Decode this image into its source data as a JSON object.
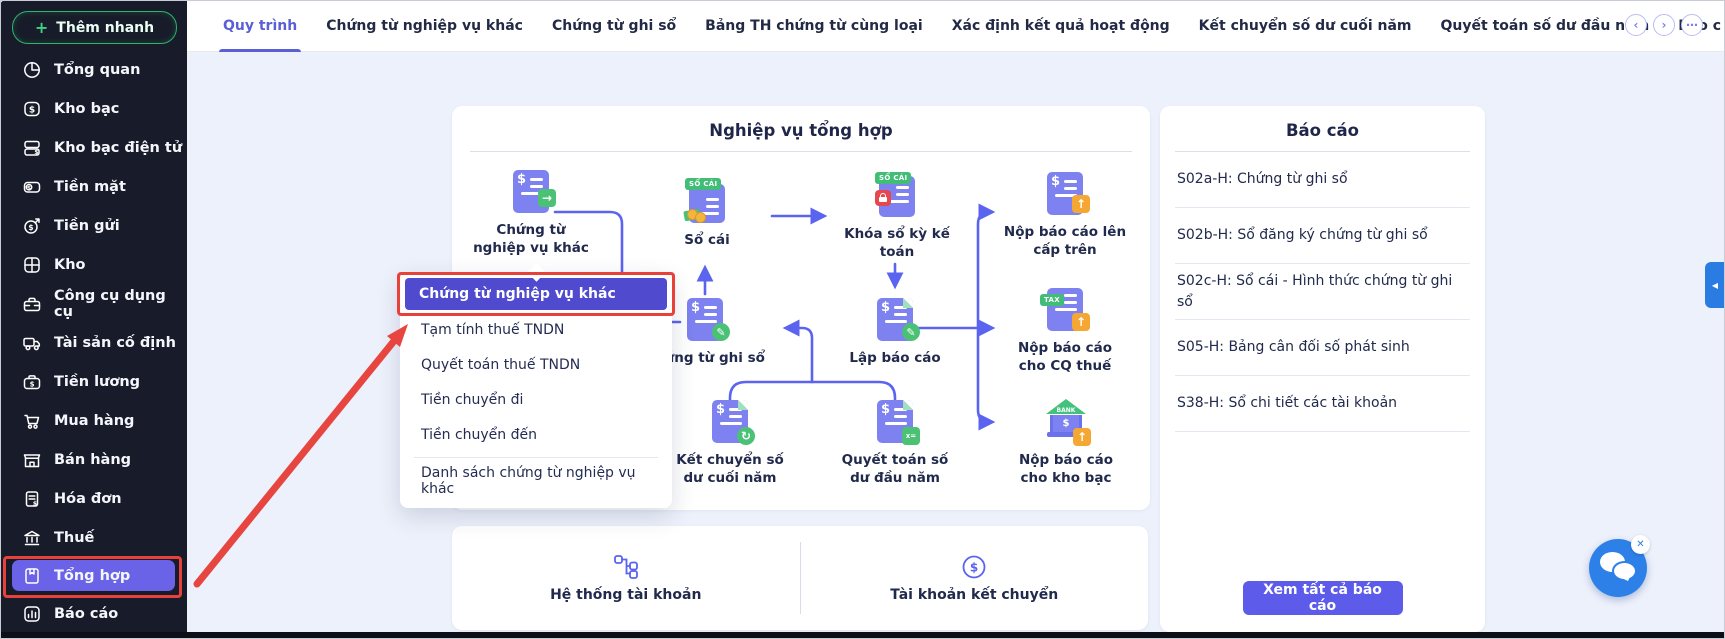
{
  "colors": {
    "accent_indigo": "#5b5fd6",
    "menu_highlight": "#4f4ace",
    "sidebar_active": "#6a63e8",
    "annotation_red": "#e8413a",
    "icon_purple": "#7d82f0",
    "icon_green": "#4bc175",
    "icon_orange": "#f5a733",
    "lock_red": "#e5484d",
    "chat_blue": "#2e80e9",
    "quick_add_green": "#2db36a"
  },
  "sidebar": {
    "quick_add_label": "Thêm nhanh",
    "quick_add_icon": "plus-icon",
    "items": [
      {
        "label": "Tổng quan",
        "icon": "pie-chart-icon"
      },
      {
        "label": "Kho bạc",
        "icon": "treasury-icon"
      },
      {
        "label": "Kho bạc điện tử",
        "icon": "e-treasury-icon"
      },
      {
        "label": "Tiền mặt",
        "icon": "cash-icon"
      },
      {
        "label": "Tiền gửi",
        "icon": "deposit-icon"
      },
      {
        "label": "Kho",
        "icon": "warehouse-icon"
      },
      {
        "label": "Công cụ dụng cụ",
        "icon": "toolbox-icon"
      },
      {
        "label": "Tài sản cố định",
        "icon": "truck-icon"
      },
      {
        "label": "Tiền lương",
        "icon": "briefcase-icon"
      },
      {
        "label": "Mua hàng",
        "icon": "cart-icon"
      },
      {
        "label": "Bán hàng",
        "icon": "store-icon"
      },
      {
        "label": "Hóa đơn",
        "icon": "invoice-icon"
      },
      {
        "label": "Thuế",
        "icon": "bank-columns-icon"
      },
      {
        "label": "Tổng hợp",
        "icon": "book-icon",
        "active": true
      },
      {
        "label": "Báo cáo",
        "icon": "bar-chart-icon"
      }
    ]
  },
  "tabs": {
    "items": [
      {
        "label": "Quy trình",
        "active": true
      },
      {
        "label": "Chứng từ nghiệp vụ khác"
      },
      {
        "label": "Chứng từ ghi sổ"
      },
      {
        "label": "Bảng TH chứng từ cùng loại"
      },
      {
        "label": "Xác định kết quả hoạt động"
      },
      {
        "label": "Kết chuyển số dư cuối năm"
      },
      {
        "label": "Quyết toán số dư đầu năm"
      },
      {
        "label": "Báo c"
      }
    ],
    "nav": {
      "prev": "‹",
      "next": "›",
      "more": "⋯"
    }
  },
  "flow": {
    "title": "Nghiệp vụ tổng hợp",
    "nodes": [
      {
        "line1": "Chứng từ",
        "line2": "nghiệp vụ khác",
        "icon": "receipt-forward-icon"
      },
      {
        "line1": "Sổ cái",
        "line2": "",
        "icon": "ledger-coins-icon"
      },
      {
        "line1": "Khóa sổ kỳ kế",
        "line2": "toán",
        "icon": "ledger-lock-icon"
      },
      {
        "line1": "Nộp báo cáo lên",
        "line2": "cấp trên",
        "icon": "receipt-upload-icon"
      },
      {
        "line1": "Chứng từ ghi sổ",
        "line2": "",
        "icon": "receipt-edit-icon"
      },
      {
        "line1": "Lập báo cáo",
        "line2": "",
        "icon": "document-edit-icon"
      },
      {
        "line1": "Nộp báo cáo",
        "line2": "cho CQ thuế",
        "icon": "tax-upload-icon"
      },
      {
        "line1": "Kết chuyển số",
        "line2": "dư cuối năm",
        "icon": "document-refresh-icon"
      },
      {
        "line1": "Quyết toán số",
        "line2": "dư đầu năm",
        "icon": "document-calc-icon"
      },
      {
        "line1": "Nộp báo cáo",
        "line2": "cho kho bạc",
        "icon": "bank-upload-icon"
      }
    ]
  },
  "menu": {
    "items": [
      "Chứng từ nghiệp vụ khác",
      "Tạm tính thuế TNDN",
      "Quyết toán thuế TNDN",
      "Tiền chuyển đi",
      "Tiền chuyển đến",
      "Danh sách chứng từ nghiệp vụ khác"
    ]
  },
  "reports": {
    "title": "Báo cáo",
    "items": [
      "S02a-H: Chứng từ ghi sổ",
      "S02b-H: Sổ đăng ký chứng từ ghi sổ",
      "S02c-H: Sổ cái - Hình thức chứng từ ghi sổ",
      "S05-H: Bảng cân đối số phát sinh",
      "S38-H: Sổ chi tiết các tài khoản"
    ],
    "view_all_label": "Xem tất cả báo cáo"
  },
  "accounts": {
    "system_label": "Hệ thống tài khoản",
    "system_icon": "hierarchy-icon",
    "transfer_label": "Tài khoản kết chuyển",
    "transfer_icon": "dollar-circle-icon"
  },
  "icons": {
    "plus": "+",
    "dollar": "$",
    "arrow_right": "→",
    "arrow_up": "↑",
    "pencil": "✎",
    "refresh": "↻",
    "calc": "x=",
    "so_cai": "SỔ CÁI",
    "tax": "TAX",
    "bank": "BANK",
    "drawer_arrow": "◀",
    "close": "✕"
  }
}
